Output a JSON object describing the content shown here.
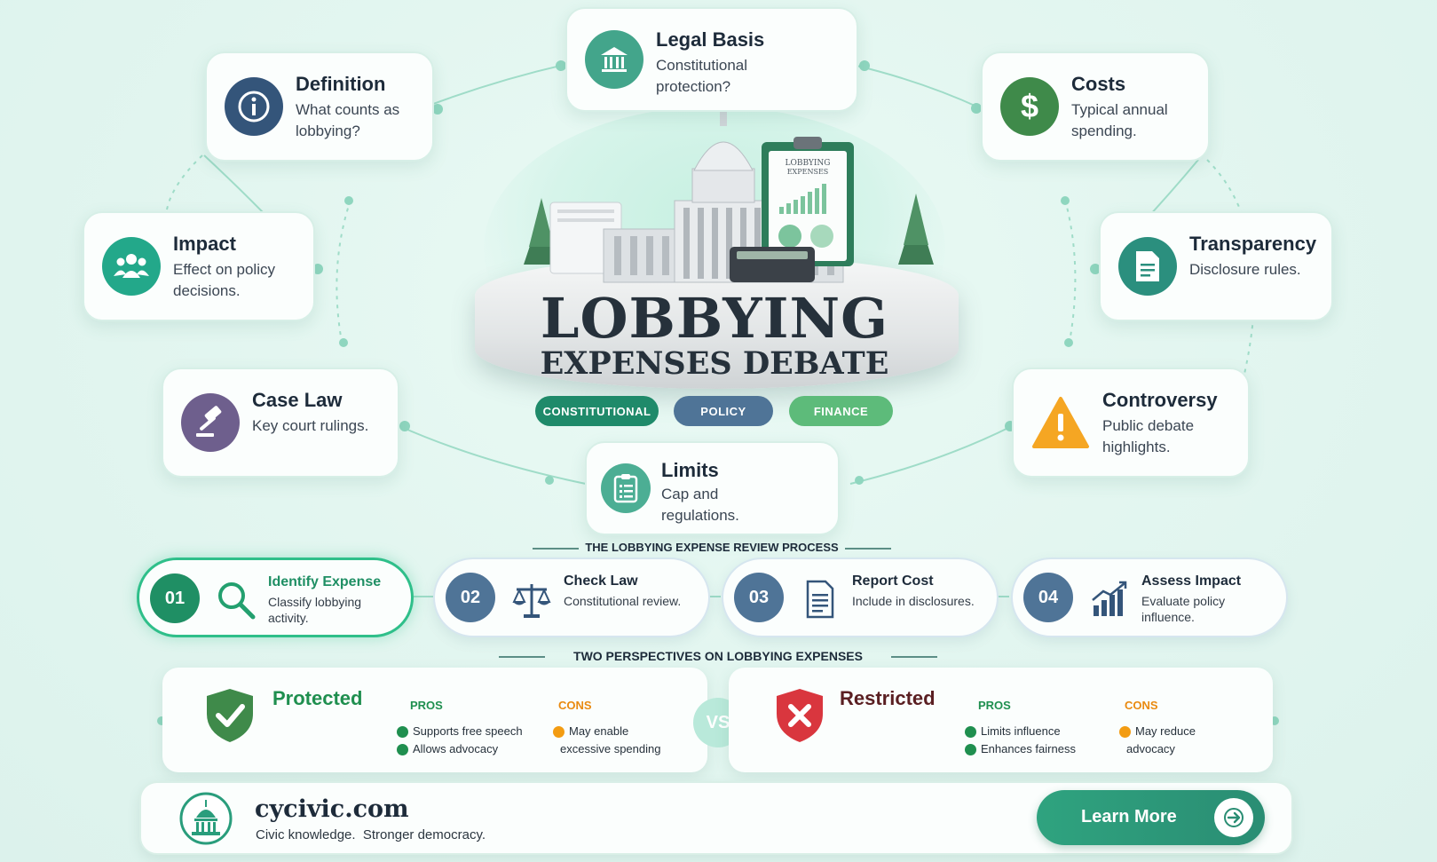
{
  "hero": {
    "title": "LOBBYING",
    "subtitle": "EXPENSES DEBATE",
    "clipboard_label_1": "LOBBYING",
    "clipboard_label_2": "EXPENSES",
    "tags": [
      "CONSTITUTIONAL",
      "POLICY",
      "FINANCE"
    ]
  },
  "topics": {
    "legal_basis": {
      "title": "Legal Basis",
      "desc": "Constitutional protection?"
    },
    "definition": {
      "title": "Definition",
      "desc": "What counts as lobbying?"
    },
    "costs": {
      "title": "Costs",
      "desc": "Typical annual spending."
    },
    "impact": {
      "title": "Impact",
      "desc": "Effect on policy decisions."
    },
    "transparency": {
      "title": "Transparency",
      "desc": "Disclosure rules."
    },
    "case_law": {
      "title": "Case Law",
      "desc": "Key court rulings."
    },
    "controversy": {
      "title": "Controversy",
      "desc": "Public debate highlights."
    },
    "limits": {
      "title": "Limits",
      "desc": "Cap and regulations."
    }
  },
  "process": {
    "heading": "THE LOBBYING EXPENSE REVIEW PROCESS",
    "steps": [
      {
        "num": "01",
        "title": "Identify Expense",
        "desc": "Classify lobbying activity."
      },
      {
        "num": "02",
        "title": "Check Law",
        "desc": "Constitutional review."
      },
      {
        "num": "03",
        "title": "Report Cost",
        "desc": "Include in disclosures."
      },
      {
        "num": "04",
        "title": "Assess Impact",
        "desc": "Evaluate policy influence."
      }
    ]
  },
  "perspectives": {
    "heading": "TWO PERSPECTIVES ON LOBBYING EXPENSES",
    "vs": "VS",
    "protected": {
      "title": "Protected",
      "pros_label": "PROS",
      "cons_label": "CONS",
      "pros": [
        "Supports free speech",
        "Allows advocacy"
      ],
      "cons": [
        "May enable",
        "excessive spending"
      ]
    },
    "restricted": {
      "title": "Restricted",
      "pros_label": "PROS",
      "cons_label": "CONS",
      "pros": [
        "Limits influence",
        "Enhances fairness"
      ],
      "cons": [
        "May reduce",
        "advocacy"
      ]
    }
  },
  "footer": {
    "site": "cycivic.com",
    "tagline": "Civic knowledge.  Stronger democracy.",
    "cta": "Learn More"
  },
  "colors": {
    "teal": "#2a9d8f",
    "green": "#2e8b57",
    "navy": "#34557a",
    "orange": "#f39c12",
    "purple": "#6e5f8d",
    "red": "#d9363e",
    "pill_constitutional": "#1f8a6a",
    "pill_policy": "#4f7497",
    "pill_finance": "#5dbb7a"
  }
}
